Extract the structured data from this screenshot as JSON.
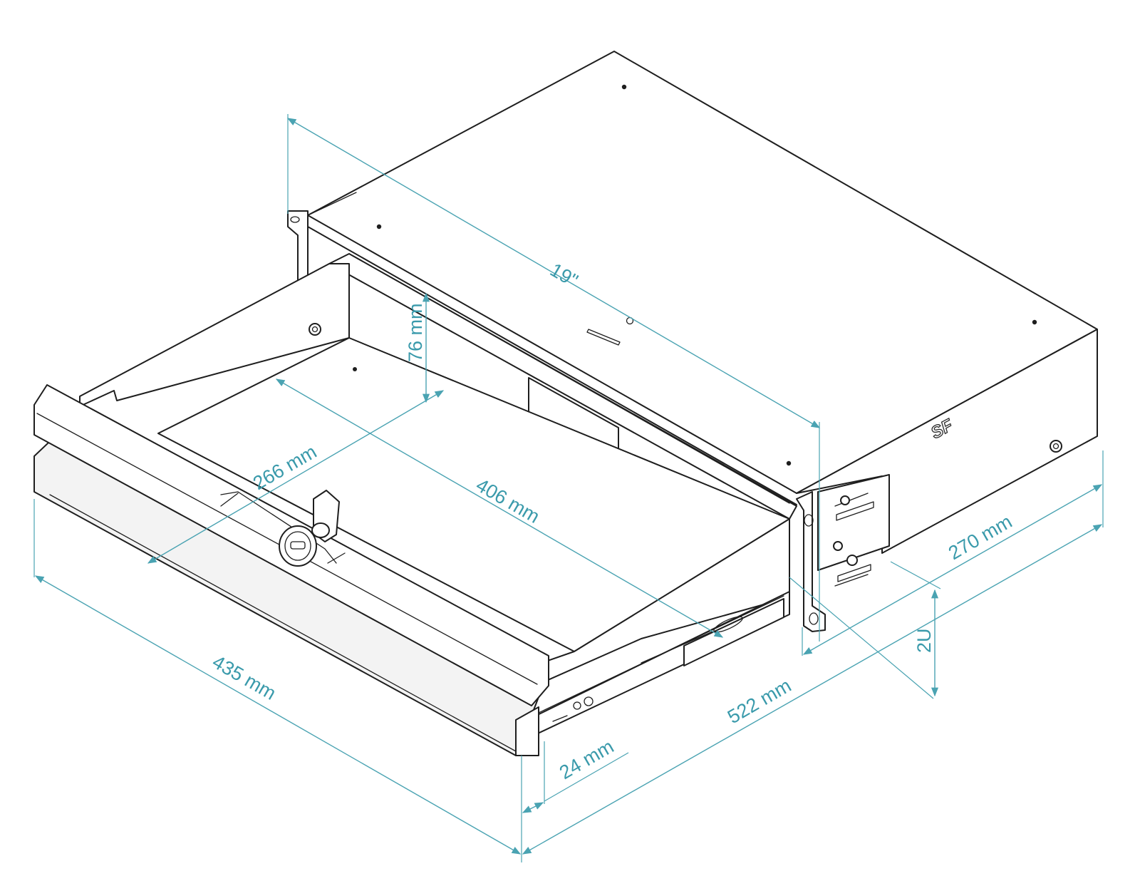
{
  "dimensions": {
    "rack_width": "19\"",
    "drawer_depth_inner": "406 mm",
    "drawer_width_inner": "266 mm",
    "drawer_height_inner": "76 mm",
    "front_width": "435 mm",
    "total_depth": "522 mm",
    "side_depth": "270 mm",
    "front_thickness": "24 mm",
    "rack_height": "2U"
  },
  "logo_text": "SF",
  "colors": {
    "dimension_lines": "#4aa3b2",
    "outline": "#1e1e1e",
    "background": "#ffffff"
  }
}
